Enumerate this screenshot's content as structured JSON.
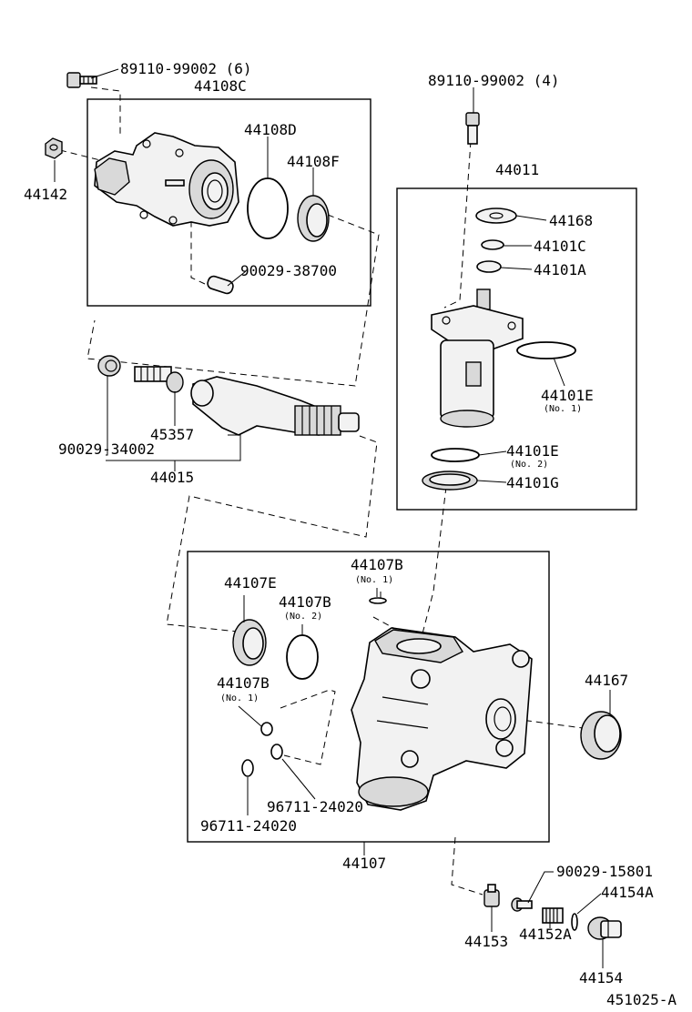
{
  "labels": {
    "bolt_6": "89110-99002 (6)",
    "bolt_4": "89110-99002 (4)",
    "housing_assy_44108c": "44108C",
    "oring_44108d": "44108D",
    "seal_44108f": "44108F",
    "nut_44142": "44142",
    "pin_90029_38700": "90029-38700",
    "valve_assy_44011": "44011",
    "washer_44168": "44168",
    "ring_44101c": "44101C",
    "ring_44101a": "44101A",
    "oring_44101e_1": "44101E",
    "oring_44101e_1_sub": "(No. 1)",
    "oring_44101e_2": "44101E",
    "oring_44101e_2_sub": "(No. 2)",
    "ring_44101g": "44101G",
    "plug_90029_34002": "90029-34002",
    "screw_45357": "45357",
    "shaft_assy_44015": "44015",
    "seal_44107e": "44107E",
    "oring_44107b_no1_top": "44107B",
    "oring_44107b_no1_top_sub": "(No. 1)",
    "oring_44107b_no2": "44107B",
    "oring_44107b_no2_sub": "(No. 2)",
    "oring_44107b_no1_left": "44107B",
    "oring_44107b_no1_left_sub": "(No. 1)",
    "oring_96711_24020_a": "96711-24020",
    "oring_96711_24020_b": "96711-24020",
    "gear_housing_44107": "44107",
    "seal_44167": "44167",
    "screw_90029_15801": "90029-15801",
    "ring_44154a": "44154A",
    "bleeder_44153": "44153",
    "spring_44152a": "44152A",
    "plug_44154": "44154",
    "diagram_code": "451025-A"
  }
}
